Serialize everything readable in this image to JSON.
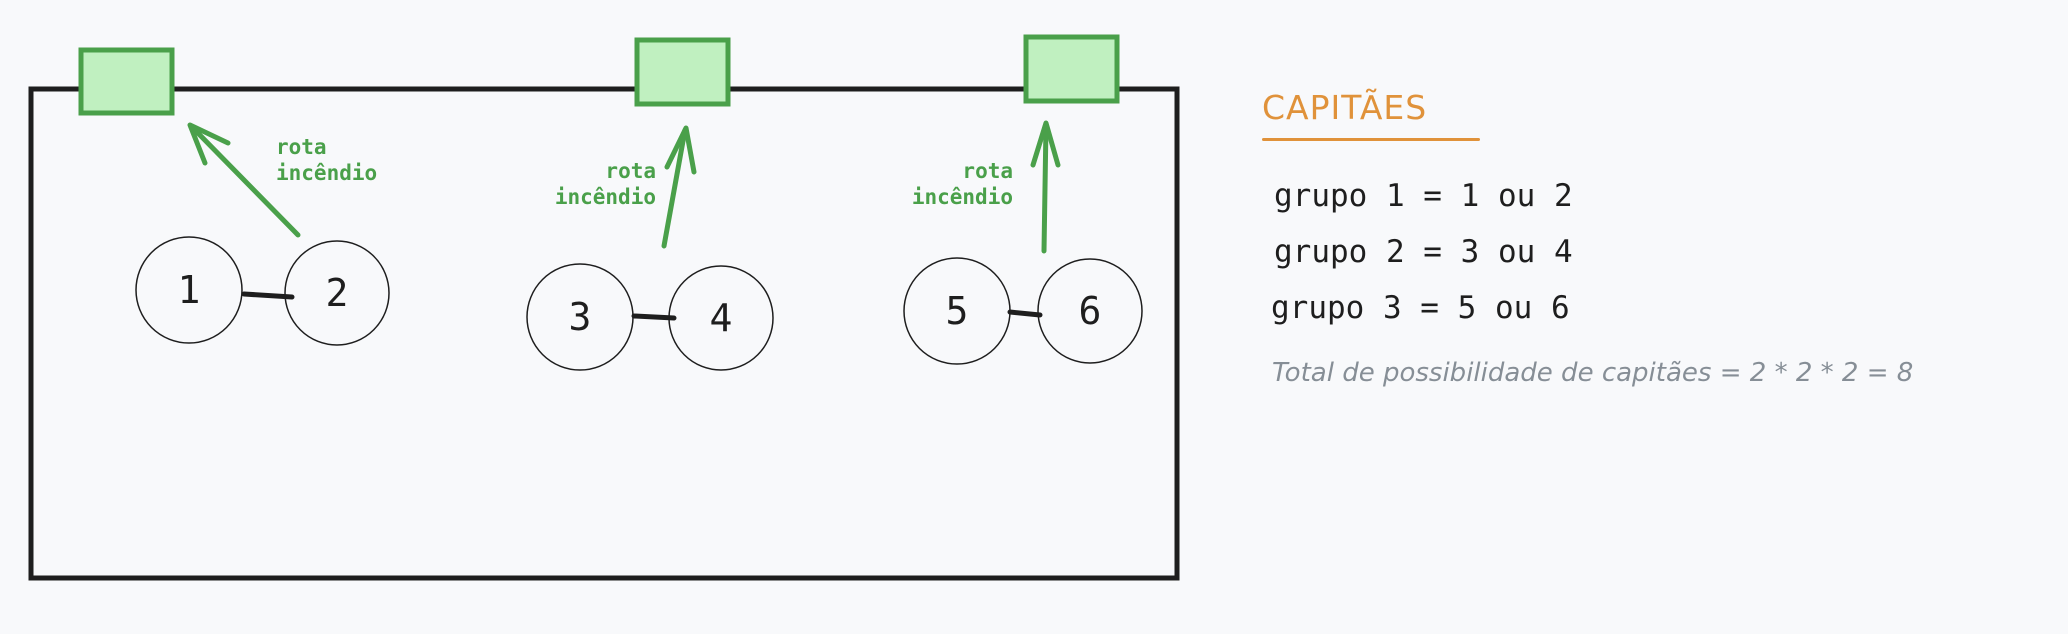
{
  "colors": {
    "background": "#f8f9fb",
    "room_stroke": "#1e1e1e",
    "exit_fill": "#c0f0c0",
    "exit_stroke": "#4aa04a",
    "route": "#4aa04a",
    "title": "#e0923a",
    "group_text": "#1e1e1e",
    "total_text": "#868e96"
  },
  "diagram": {
    "room": {
      "name": "room"
    },
    "exits": [
      {
        "id": "exit-1"
      },
      {
        "id": "exit-2"
      },
      {
        "id": "exit-3"
      }
    ],
    "route_label_line1": "rota",
    "route_label_line2": "incêndio",
    "pairs": [
      {
        "left": "1",
        "right": "2"
      },
      {
        "left": "3",
        "right": "4"
      },
      {
        "left": "5",
        "right": "6"
      }
    ]
  },
  "side": {
    "title": "CAPITÃES",
    "groups": [
      "grupo 1 = 1 ou 2",
      "grupo 2 = 3 ou 4",
      "grupo 3 = 5 ou 6"
    ],
    "total": "Total de possibilidade de capitães = 2 * 2 * 2 = 8"
  }
}
